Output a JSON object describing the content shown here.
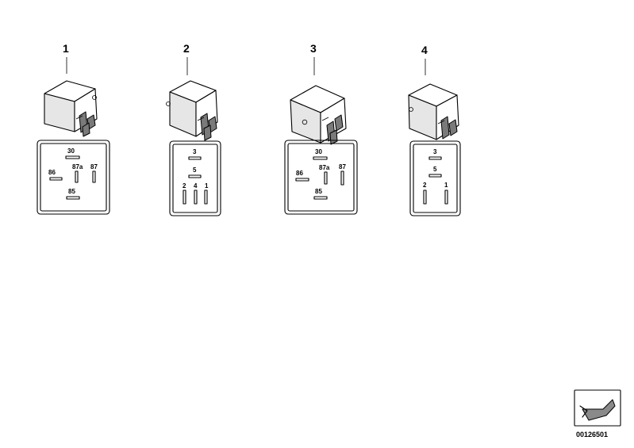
{
  "relays": [
    {
      "callout": "1",
      "pins": {
        "p30": "30",
        "p86": "86",
        "p87a": "87a",
        "p87": "87",
        "p85": "85"
      }
    },
    {
      "callout": "2",
      "pins": {
        "p3": "3",
        "p5": "5",
        "p2": "2",
        "p4": "4",
        "p1": "1"
      }
    },
    {
      "callout": "3",
      "pins": {
        "p30": "30",
        "p86": "86",
        "p87a": "87a",
        "p87": "87",
        "p85": "85"
      }
    },
    {
      "callout": "4",
      "pins": {
        "p3": "3",
        "p5": "5",
        "p2": "2",
        "p1": "1"
      }
    }
  ],
  "document_number": "00126501",
  "icons": {
    "relay": "relay-icon",
    "corner": "page-corner-arrow-icon"
  }
}
